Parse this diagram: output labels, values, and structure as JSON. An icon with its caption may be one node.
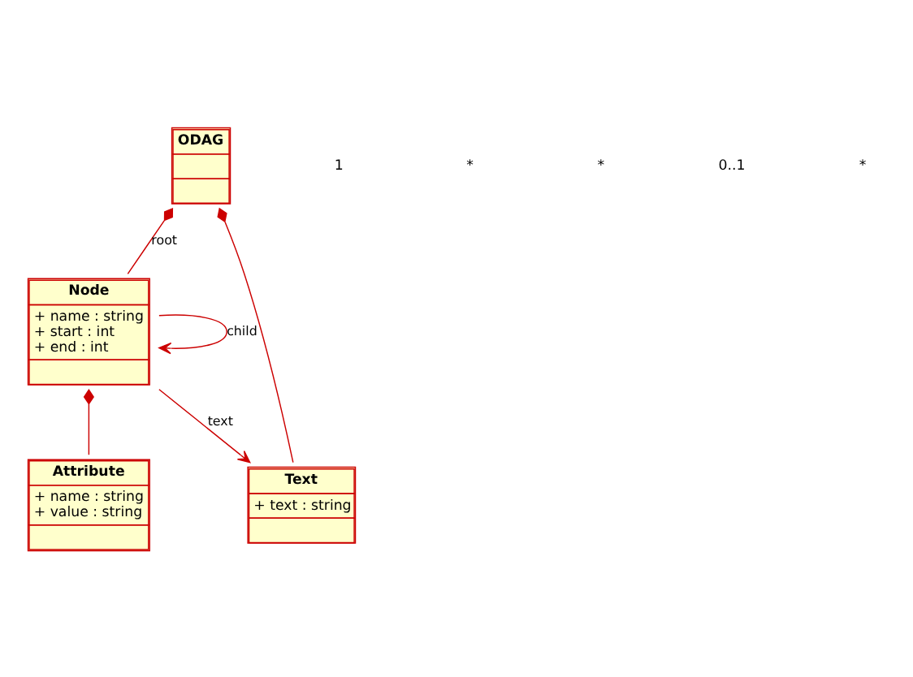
{
  "diagram": {
    "nodes": [
      {
        "text": [
          "ODAG"
        ]
      },
      {
        "text": [
          "Node",
          "+ name : string",
          "+ start : int",
          "+ end : int"
        ]
      },
      {
        "text": [
          "Text",
          "+ text : string"
        ]
      },
      {
        "text": [
          "Attribute",
          "+ name : string",
          "+ value : string"
        ]
      }
    ],
    "edges": [
      {
        "from": 0,
        "to": 1,
        "arrow": "other",
        "label": "root"
      },
      {
        "from": 0,
        "to": 2,
        "arrow": "other"
      },
      {
        "from": 1,
        "to": 1,
        "arrow": "to",
        "label": "child"
      },
      {
        "from": 1,
        "to": 2,
        "arrow": "to",
        "label": "text"
      },
      {
        "from": 1,
        "to": 3,
        "arrow": "other"
      }
    ],
    "labels": [
      "1",
      "*",
      "*",
      "0..1",
      "*"
    ]
  }
}
